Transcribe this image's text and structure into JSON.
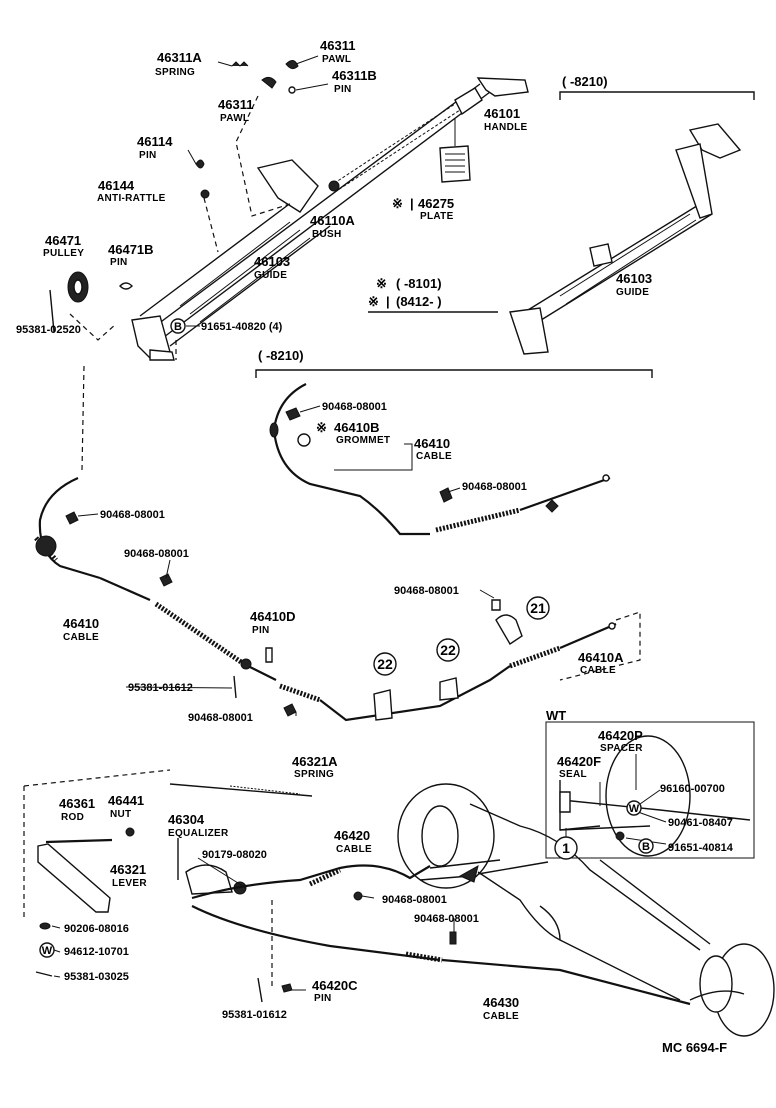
{
  "labels": {
    "p46311A": {
      "num": "46311A",
      "name": "SPRING"
    },
    "p46311": {
      "num": "46311",
      "name": "PAWL"
    },
    "p46311b": {
      "num": "46311",
      "name": "PAWL"
    },
    "p46311B": {
      "num": "46311B",
      "name": "PIN"
    },
    "p46101": {
      "num": "46101",
      "name": "HANDLE"
    },
    "p46114": {
      "num": "46114",
      "name": "PIN"
    },
    "p46144": {
      "num": "46144",
      "name": "ANTI-RATTLE"
    },
    "p46471": {
      "num": "46471",
      "name": "PULLEY"
    },
    "p46471B": {
      "num": "46471B",
      "name": "PIN"
    },
    "p46103a": {
      "num": "46103",
      "name": "GUIDE"
    },
    "p46110A": {
      "num": "46110A",
      "name": "BUSH"
    },
    "p46275": {
      "num": "46275",
      "name": "PLATE"
    },
    "p46103b": {
      "num": "46103",
      "name": "GUIDE"
    },
    "p46410B": {
      "num": "46410B",
      "name": "GROMMET"
    },
    "p46410a": {
      "num": "46410",
      "name": "CABLE"
    },
    "p46410b": {
      "num": "46410",
      "name": "CABLE"
    },
    "p46410D": {
      "num": "46410D",
      "name": "PIN"
    },
    "p46410A": {
      "num": "46410A",
      "name": "CABLE"
    },
    "p46420P": {
      "num": "46420P",
      "name": "SPACER"
    },
    "p46420F": {
      "num": "46420F",
      "name": "SEAL"
    },
    "p46321A": {
      "num": "46321A",
      "name": "SPRING"
    },
    "p46361": {
      "num": "46361",
      "name": "ROD"
    },
    "p46441": {
      "num": "46441",
      "name": "NUT"
    },
    "p46304": {
      "num": "46304",
      "name": "EQUALIZER"
    },
    "p46321": {
      "num": "46321",
      "name": "LEVER"
    },
    "p46420": {
      "num": "46420",
      "name": "CABLE"
    },
    "p46420C": {
      "num": "46420C",
      "name": "PIN"
    },
    "p46430": {
      "num": "46430",
      "name": "CABLE"
    }
  },
  "refs": {
    "r95381_02520": "95381-02520",
    "r91651_40820": "91651-40820 (4)",
    "r90468_a": "90468-08001",
    "r90468_b": "90468-08001",
    "r90468_c": "90468-08001",
    "r90468_d": "90468-08001",
    "r90468_e": "90468-08001",
    "r90468_f": "90468-08001",
    "r90468_g": "90468-08001",
    "r90468_h": "90468-08001",
    "r95381_01612a": "95381-01612",
    "r95381_01612b": "95381-01612",
    "r96160": "96160-00700",
    "r90461": "90461-08407",
    "r91651_40814": "91651-40814",
    "r90179": "90179-08020",
    "r90206": "90206-08016",
    "r94612": "94612-10701",
    "r95381_03025": "95381-03025"
  },
  "ranges": {
    "top_right": "(      -8210)",
    "mid": "(      -8210)",
    "plate_a": "(       -8101)",
    "plate_b": "(8412-        )"
  },
  "markers": {
    "asterisk": "※",
    "c21": "21",
    "c22a": "22",
    "c22b": "22",
    "c1": "1",
    "letter_b1": "B",
    "letter_b2": "B",
    "letter_w1": "W",
    "letter_w2": "W"
  },
  "wt": "WT",
  "code": "MC  6694-F"
}
